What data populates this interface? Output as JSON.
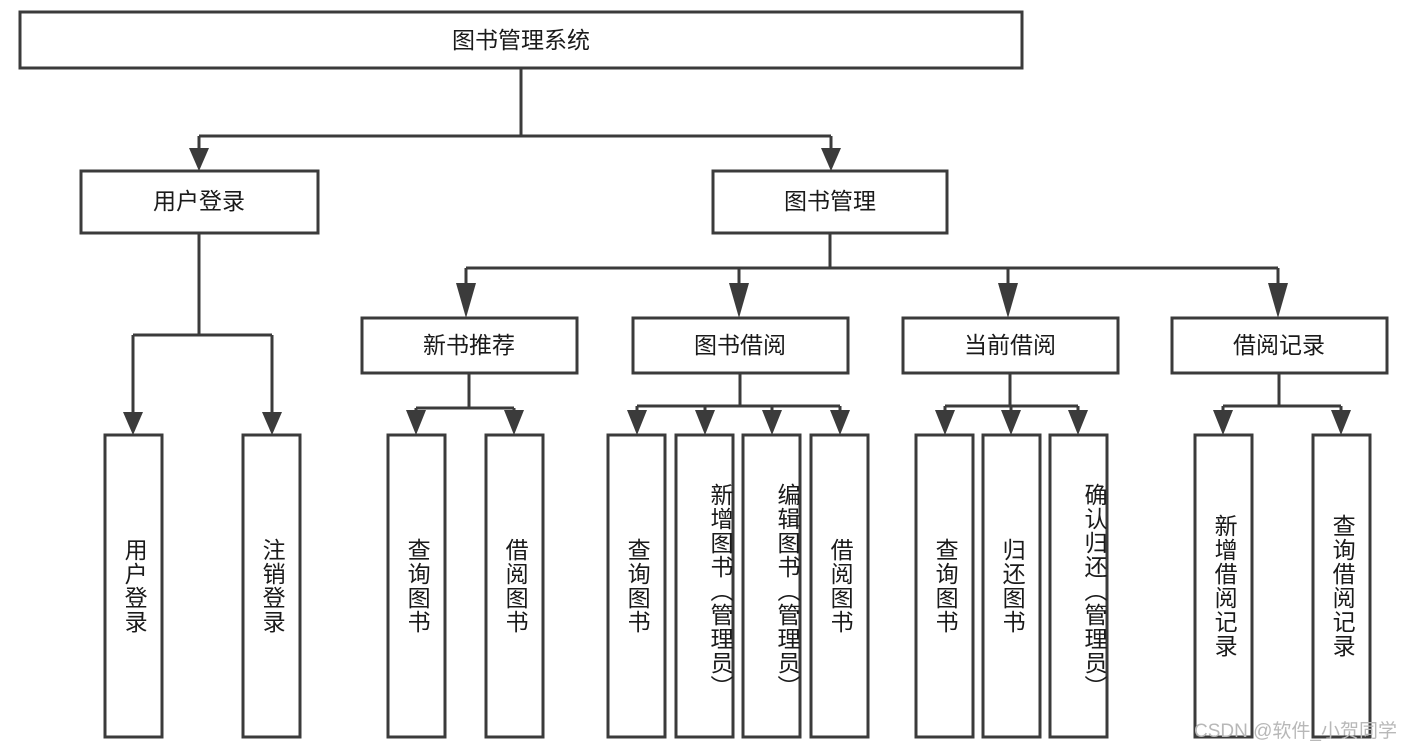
{
  "diagram": {
    "type": "tree",
    "title": "图书管理系统",
    "orientation": "top-down",
    "colors": {
      "stroke": "#3b3b3b",
      "box_fill": "#ffffff",
      "text": "#1a1a1a",
      "background": "#ffffff",
      "watermark": "#b8b8b8"
    },
    "root": {
      "label": "图书管理系统"
    },
    "level2": [
      {
        "label": "用户登录"
      },
      {
        "label": "图书管理"
      }
    ],
    "level3": [
      {
        "label": "新书推荐"
      },
      {
        "label": "图书借阅"
      },
      {
        "label": "当前借阅"
      },
      {
        "label": "借阅记录"
      }
    ],
    "leaves": {
      "user_login": [
        {
          "label": "用户登录"
        },
        {
          "label": "注销登录"
        }
      ],
      "new_book_recommend": [
        {
          "label": "查询图书"
        },
        {
          "label": "借阅图书"
        }
      ],
      "book_borrow": [
        {
          "label": "查询图书"
        },
        {
          "label": "新增图书（管理员）"
        },
        {
          "label": "编辑图书（管理员）"
        },
        {
          "label": "借阅图书"
        }
      ],
      "current_borrow": [
        {
          "label": "查询图书"
        },
        {
          "label": "归还图书"
        },
        {
          "label": "确认归还（管理员）"
        }
      ],
      "borrow_record": [
        {
          "label": "新增借阅记录"
        },
        {
          "label": "查询借阅记录"
        }
      ]
    },
    "watermark": "CSDN @软件_小贺同学"
  }
}
